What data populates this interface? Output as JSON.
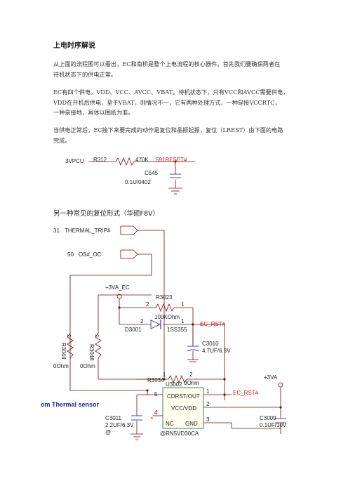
{
  "doc": {
    "title": "上电时序解说",
    "p1_l1": "从上面的流程图可以看出，EC和南桥是整个上电流程的核心器件。首先我们要确保两者在",
    "p1_l2": "待机状态下的供电正常。",
    "p2_l1": "EC有四个供电，VDD、VCC、AVCC、VBAT。待机状态下，只有VCC和AVCC需要供电，",
    "p2_l2": "VDD在开机后供电，至于VBAT，则情况不一，它有两种处理方式，一种是接VCCRTC，",
    "p2_l3": "一种是接地，具体以图纸为准。",
    "p3_l1": "当供电正常后，EC接下来要完成的动作是复位和晶振起振，复位（LREST）由下面的电路",
    "p3_l2": "完成。",
    "subtitle": "另一种常见的复位形式（华硕F8V）"
  },
  "circuit1": {
    "net_in": "3VPCU",
    "r_ref": "R312",
    "r_val": "470K",
    "net_out": "591RESET#",
    "c_ref": "C545",
    "c_val": "0.1U/0402"
  },
  "circuit2": {
    "port1_num": "31",
    "port1": "THERMAL_TRIP#",
    "port2_num": "50",
    "port2": "OS#_OC",
    "net_ec": "+3VA_EC",
    "r3023_ref": "R3023",
    "r3023_p2": "2",
    "r3023_p1": "1",
    "r3023_val": "100KOhm",
    "d_ref": "D3001",
    "d_p2": "2",
    "d_p1": "1",
    "d_part": "1SS355",
    "net_rst1": "EC_RST#",
    "c3010_ref": "C3010",
    "c3010_val": "4.7UF/6.3V",
    "r3044_ref": "R3044",
    "r3044_val": "0Ohm",
    "r3048_ref": "R3048",
    "r3048_val": "0Ohm",
    "r_pin2a": "2",
    "r_pin2b": "2",
    "r3034_ref": "R3034",
    "r3034_p1": "1",
    "r3034_p2": "2",
    "r3034_val": "0Ohm",
    "u_ref": "U3002",
    "u_pin5": "5",
    "u_pin1": "1",
    "u_pin2": "2",
    "u_pin3": "3",
    "u_pin4": "4",
    "u_cdrst": "CDRST/OUT",
    "u_vcc": "VCC/VDD",
    "u_nc": "NC",
    "u_gnd": "GND",
    "u_part": "@RN5VD30CA",
    "net_rst2": "EC_RST#",
    "net_3va": "+3VA",
    "thermal": "om Thermal sensor",
    "c3011_ref": "C3011",
    "c3011_val": "2.2UF/6.3V",
    "c3011_at": "@",
    "c3009_ref": "C3009",
    "c3009_val": "0.1UF/10V"
  },
  "colors": {
    "wire": "#7a0a0a",
    "part": "#3a3a8a",
    "label_red": "#d01010",
    "text": "#222222",
    "chip": "#2a7a3a"
  }
}
